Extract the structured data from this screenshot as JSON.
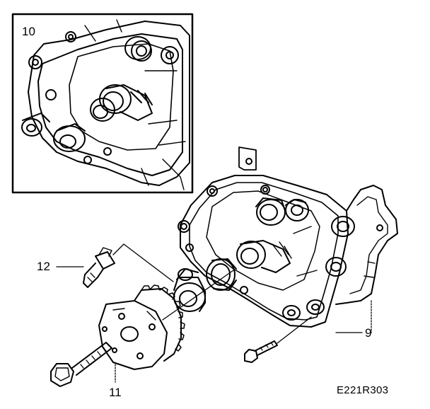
{
  "callouts": {
    "c9": "9",
    "c10": "10",
    "c11": "11",
    "c12": "12"
  },
  "figure_ref": "E221R303",
  "colors": {
    "ink": "#000000",
    "paper": "#ffffff"
  }
}
